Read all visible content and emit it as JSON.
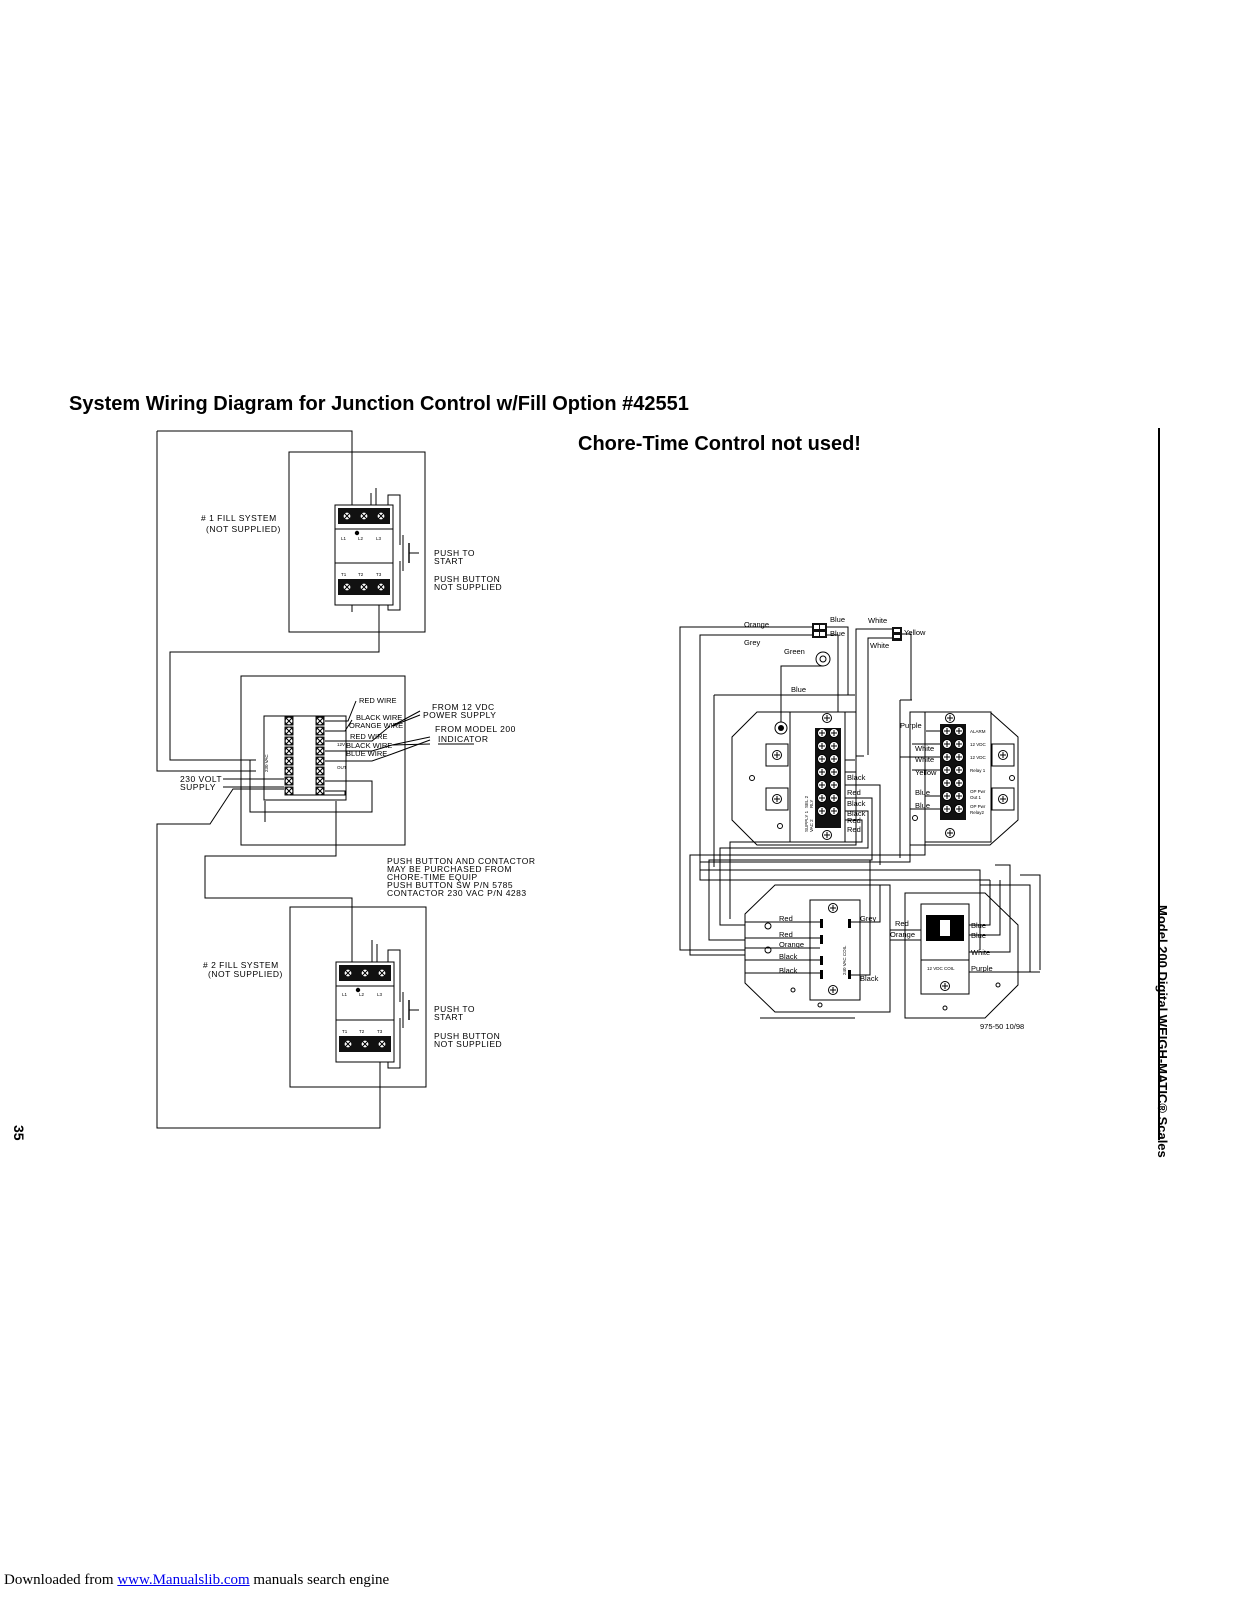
{
  "page": {
    "title": "System Wiring Diagram for Junction Control w/Fill Option #42551",
    "subtitle": "Chore-Time Control not used!",
    "side_text": "Model 200 Digital WEIGH-MATIC® Scales",
    "page_number": "35",
    "footer": {
      "prefix": "Downloaded from ",
      "link": "www.Manualslib.com",
      "suffix": " manuals search engine"
    }
  },
  "left_diagram": {
    "fill1": [
      "# 1 FILL SYSTEM",
      "(NOT SUPPLIED)"
    ],
    "push_to_start": [
      "PUSH TO",
      "START"
    ],
    "push_button_ns": [
      "PUSH BUTTON",
      "NOT SUPPLIED"
    ],
    "fill2": [
      "# 2 FILL SYSTEM",
      "(NOT SUPPLIED)"
    ],
    "contactor_top": [
      "L1",
      "L2",
      "L3"
    ],
    "contactor_bottom": [
      "T1",
      "T2",
      "T3"
    ],
    "wires": [
      "RED WIRE",
      "BLACK WIRE",
      "ORANGE WIRE",
      "RED WIRE",
      "BLACK WIRE",
      "BLUE WIRE"
    ],
    "from_12vdc": [
      "FROM 12 VDC",
      "POWER  SUPPLY"
    ],
    "from_model200": [
      "FROM MODEL 200",
      "INDICATOR"
    ],
    "volt230": [
      "230 VOLT",
      "SUPPLY"
    ],
    "contactor_note": [
      "PUSH BUTTON AND CONTACTOR",
      "MAY BE PURCHASED FROM",
      "CHORE-TIME EQUIP",
      "PUSH BUTTON SW     P/N 5785",
      "CONTACTOR 230 VAC P/N 4283"
    ]
  },
  "right_diagram": {
    "w_orange": "Orange",
    "w_grey": "Grey",
    "w_blue1": "Blue",
    "w_blue2": "Blue",
    "w_green": "Green",
    "w_blue3": "Blue",
    "w_white1": "White",
    "w_yellow1": "Yellow",
    "w_white2": "White",
    "w_purple1": "Purple",
    "w_white3": "White",
    "w_white4": "White",
    "w_yellow2": "Yellow",
    "w_blue4": "Blue",
    "w_blue5": "Blue",
    "tb_left": [
      "Black",
      "Red",
      "Black",
      "Black",
      "Red",
      "Red"
    ],
    "bottom_left": [
      "Red",
      "Red",
      "Orange",
      "Black",
      "Black"
    ],
    "w_grey2": "Grey",
    "w_black3": "Black",
    "w_red3": "Red",
    "w_orange2": "Orange",
    "bottom_right": [
      "Blue",
      "Blue",
      "White",
      "Purple"
    ],
    "coil_240": "240 VAC COIL",
    "coil_12": "12 VDC COIL",
    "tb_right_labels": [
      "ALARM",
      "12 VDC",
      "12 VDC",
      "Relay 1",
      "OP Pwr",
      "Out 1",
      "OP Pwr",
      "Relay2"
    ],
    "tb_left_labels": [
      "RLY",
      "SEL 2",
      "VAC 2",
      "SUPPLY 1"
    ],
    "drawing_no": "975-50 10/98"
  }
}
